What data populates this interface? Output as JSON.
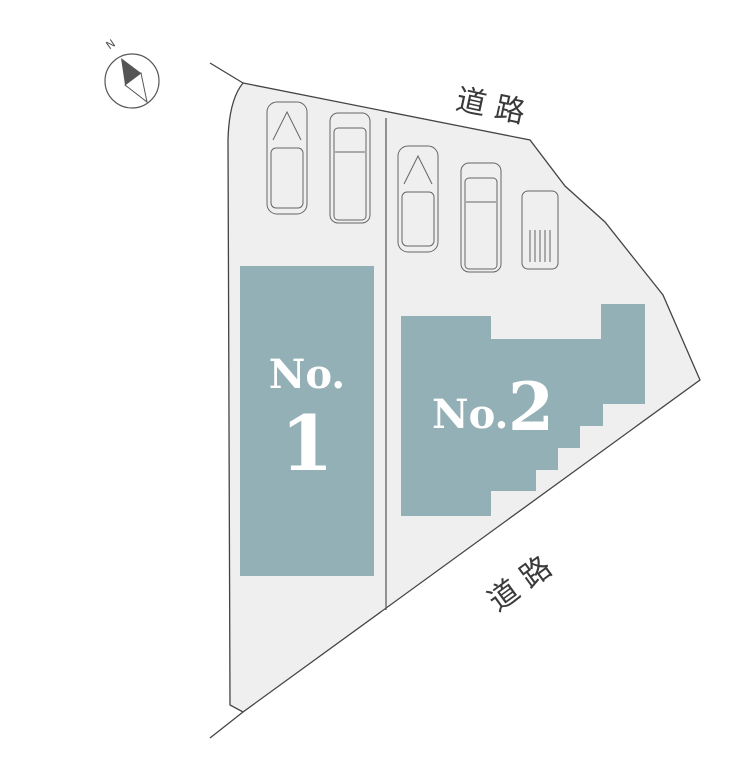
{
  "compass": {
    "label": "N",
    "icon": "north-arrow-icon"
  },
  "roads": [
    {
      "label": "道 路",
      "position": "north"
    },
    {
      "label": "道 路",
      "position": "south"
    }
  ],
  "lots": [
    {
      "id": "lot-1",
      "prefix": "No.",
      "number": "1"
    },
    {
      "id": "lot-2",
      "prefix": "No.",
      "number": "2"
    }
  ],
  "parking": [
    {
      "lot": "1",
      "vehicles": [
        "suv",
        "minivan"
      ]
    },
    {
      "lot": "2",
      "vehicles": [
        "suv",
        "minivan",
        "kei-wagon"
      ]
    }
  ],
  "colors": {
    "site_fill": "#efefef",
    "building_fill": "#93b0b6",
    "line": "#333333",
    "text_on_building": "#ffffff"
  }
}
